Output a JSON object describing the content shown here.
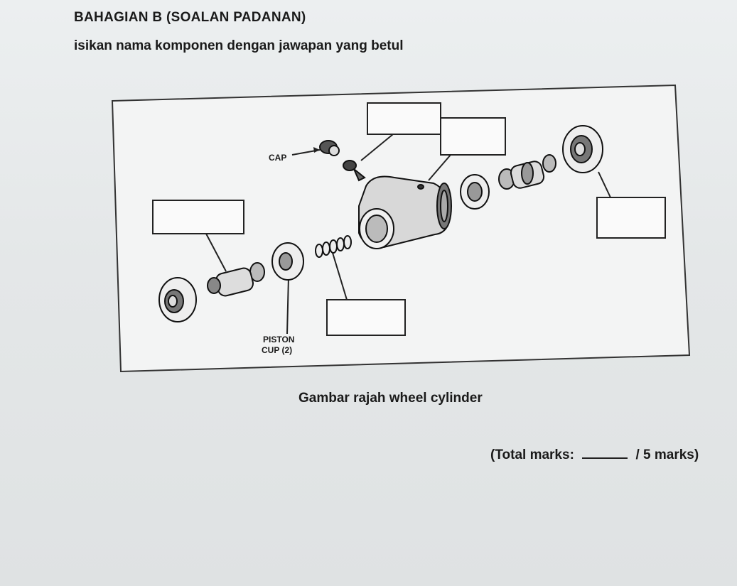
{
  "header": {
    "section_title": "BAHAGIAN B (SOALAN PADANAN)",
    "instruction": "isikan nama komponen dengan jawapan yang betul"
  },
  "diagram": {
    "labels": {
      "cap": "CAP",
      "piston_cup_line1": "PISTON",
      "piston_cup_line2": "CUP (2)"
    },
    "caption": "Gambar rajah wheel cylinder"
  },
  "footer": {
    "marks_prefix": "(Total marks:",
    "marks_suffix": "/ 5 marks)"
  }
}
